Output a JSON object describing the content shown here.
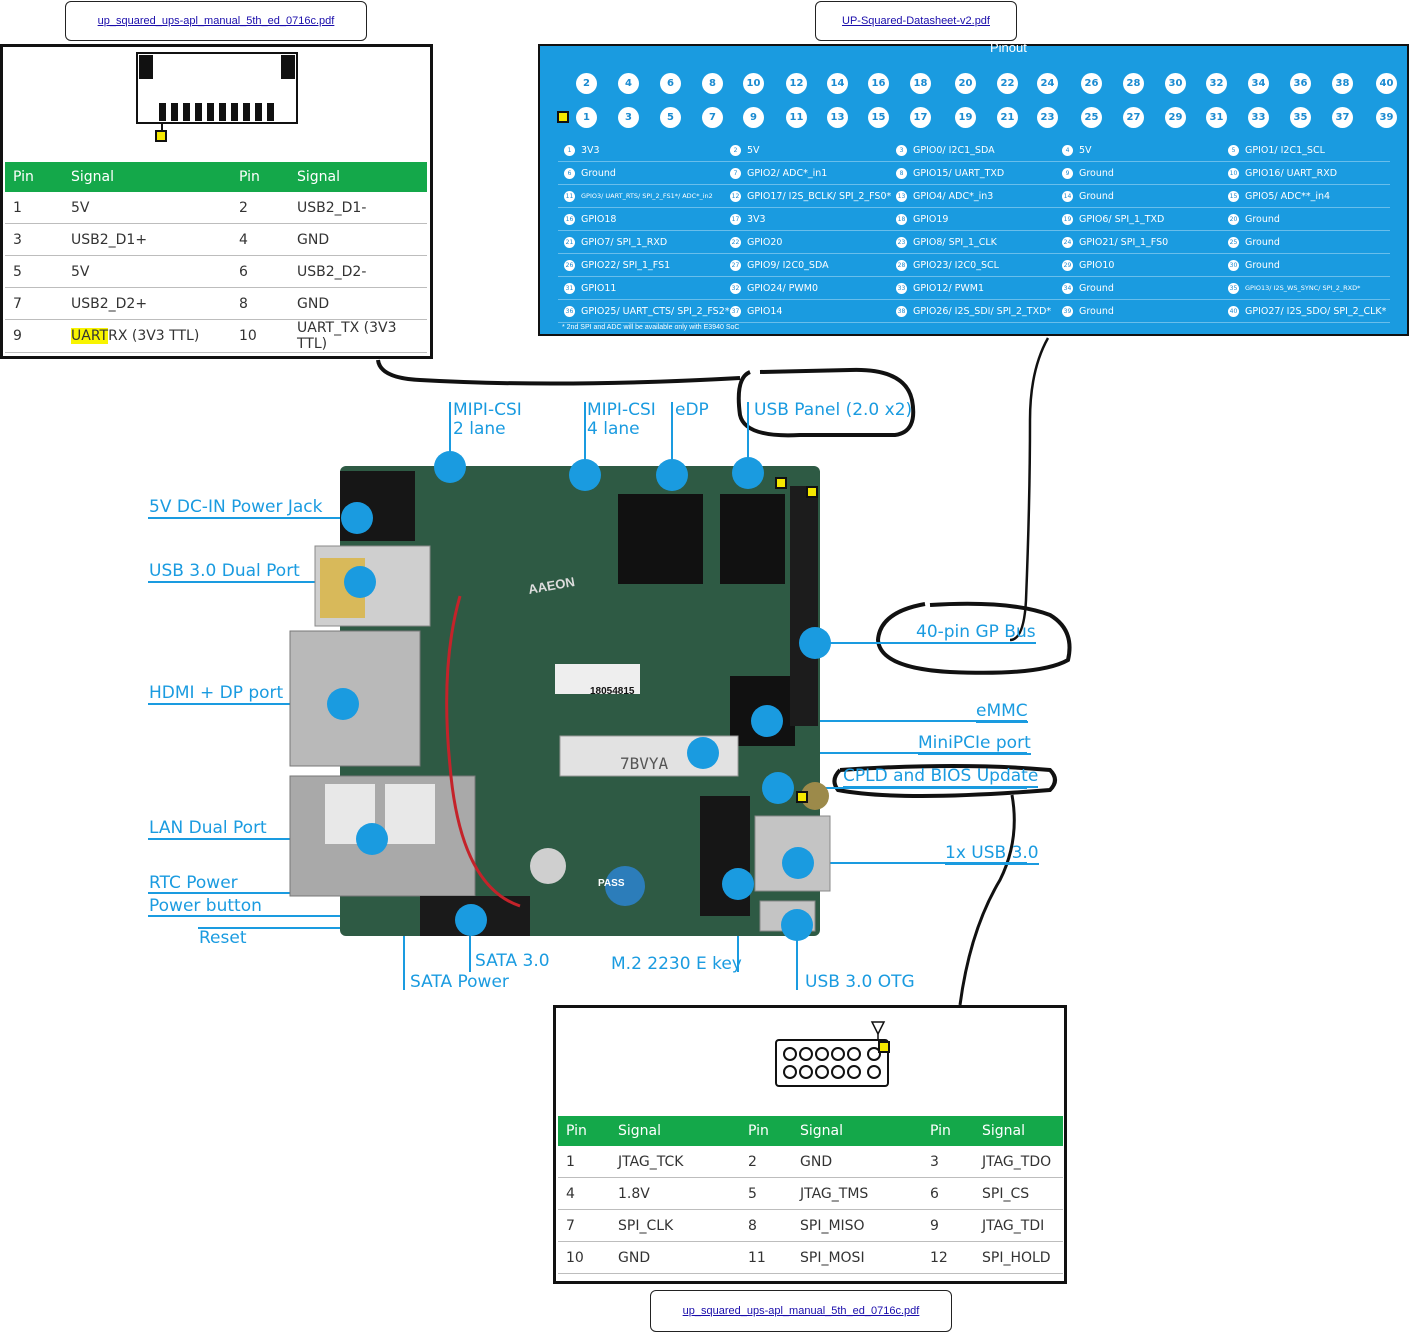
{
  "links": {
    "top_left": "up_squared_ups-apl_manual_5th_ed_0716c.pdf",
    "top_right": "UP-Squared-Datasheet-v2.pdf",
    "bottom": "up_squared_ups-apl_manual_5th_ed_0716c.pdf"
  },
  "usb_table": {
    "headers": [
      "Pin",
      "Signal",
      "Pin",
      "Signal"
    ],
    "rows": [
      [
        "1",
        "5V",
        "2",
        "USB2_D1-"
      ],
      [
        "3",
        "USB2_D1+",
        "4",
        "GND"
      ],
      [
        "5",
        "5V",
        "6",
        "USB2_D2-"
      ],
      [
        "7",
        "USB2_D2+",
        "8",
        "GND"
      ],
      [
        "9",
        "RX (3V3 TTL)",
        "10",
        "UART_TX (3V3 TTL)"
      ]
    ],
    "highlight": "UART"
  },
  "gpio": {
    "title": "Pinout",
    "even_pins": [
      "2",
      "4",
      "6",
      "8",
      "10",
      "12",
      "14",
      "16",
      "18",
      "20",
      "22",
      "24",
      "26",
      "28",
      "30",
      "32",
      "34",
      "36",
      "38",
      "40"
    ],
    "odd_pins": [
      "1",
      "3",
      "5",
      "7",
      "9",
      "11",
      "13",
      "15",
      "17",
      "19",
      "21",
      "23",
      "25",
      "27",
      "29",
      "31",
      "33",
      "35",
      "37",
      "39"
    ],
    "rows": [
      [
        [
          "1",
          "3V3"
        ],
        [
          "2",
          "5V"
        ],
        [
          "3",
          "GPIO0/ I2C1_SDA"
        ],
        [
          "4",
          "5V"
        ],
        [
          "5",
          "GPIO1/ I2C1_SCL"
        ]
      ],
      [
        [
          "6",
          "Ground"
        ],
        [
          "7",
          "GPIO2/ ADC*_in1"
        ],
        [
          "8",
          "GPIO15/ UART_TXD"
        ],
        [
          "9",
          "Ground"
        ],
        [
          "10",
          "GPIO16/ UART_RXD"
        ]
      ],
      [
        [
          "11",
          "GPIO3/ UART_RTS/ SPI_2_FS1*/ ADC*_in2"
        ],
        [
          "12",
          "GPIO17/ I2S_BCLK/ SPI_2_FS0*"
        ],
        [
          "13",
          "GPIO4/ ADC*_in3"
        ],
        [
          "14",
          "Ground"
        ],
        [
          "15",
          "GPIO5/ ADC**_in4"
        ]
      ],
      [
        [
          "16",
          "GPIO18"
        ],
        [
          "17",
          "3V3"
        ],
        [
          "18",
          "GPIO19"
        ],
        [
          "19",
          "GPIO6/ SPI_1_TXD"
        ],
        [
          "20",
          "Ground"
        ]
      ],
      [
        [
          "21",
          "GPIO7/ SPI_1_RXD"
        ],
        [
          "22",
          "GPIO20"
        ],
        [
          "23",
          "GPIO8/ SPI_1_CLK"
        ],
        [
          "24",
          "GPIO21/ SPI_1_FS0"
        ],
        [
          "25",
          "Ground"
        ]
      ],
      [
        [
          "26",
          "GPIO22/ SPI_1_FS1"
        ],
        [
          "27",
          "GPIO9/ I2C0_SDA"
        ],
        [
          "28",
          "GPIO23/ I2C0_SCL"
        ],
        [
          "29",
          "GPIO10"
        ],
        [
          "30",
          "Ground"
        ]
      ],
      [
        [
          "31",
          "GPIO11"
        ],
        [
          "32",
          "GPIO24/ PWM0"
        ],
        [
          "33",
          "GPIO12/ PWM1"
        ],
        [
          "34",
          "Ground"
        ],
        [
          "35",
          "GPIO13/ I2S_WS_SYNC/ SPI_2_RXD*"
        ]
      ],
      [
        [
          "36",
          "GPIO25/ UART_CTS/ SPI_2_FS2*"
        ],
        [
          "37",
          "GPIO14"
        ],
        [
          "38",
          "GPIO26/ I2S_SDI/ SPI_2_TXD*"
        ],
        [
          "39",
          "Ground"
        ],
        [
          "40",
          "GPIO27/ I2S_SDO/ SPI_2_CLK*"
        ]
      ]
    ],
    "footnote": "* 2nd SPI and ADC will be available only with E3940 SoC"
  },
  "board_labels": {
    "mipi2": "MIPI-CSI",
    "mipi2_sub": "2 lane",
    "mipi4": "MIPI-CSI",
    "mipi4_sub": "4 lane",
    "edp": "eDP",
    "usb_panel": "USB Panel (2.0 x2)",
    "dc_in": "5V DC-IN Power Jack",
    "usb30_dual": "USB 3.0 Dual Port",
    "hdmi": "HDMI + DP port",
    "lan": "LAN Dual Port",
    "rtc": "RTC Power",
    "power_btn": "Power button",
    "reset": "Reset",
    "gp_bus": "40-pin GP Bus",
    "emmc": "eMMC",
    "minipcie": "MiniPCIe port",
    "cpld": "CPLD and BIOS Update",
    "usb30_1x": "1x USB 3.0",
    "sata": "SATA 3.0",
    "sata_power": "SATA Power",
    "m2": "M.2 2230 E key",
    "otg": "USB 3.0 OTG",
    "board_brand": "AAEON",
    "board_code": "7BVYA",
    "board_serial": "18054815",
    "board_pass": "PASS"
  },
  "jtag_table": {
    "headers": [
      "Pin",
      "Signal",
      "Pin",
      "Signal",
      "Pin",
      "Signal"
    ],
    "rows": [
      [
        "1",
        "JTAG_TCK",
        "2",
        "GND",
        "3",
        "JTAG_TDO"
      ],
      [
        "4",
        "1.8V",
        "5",
        "JTAG_TMS",
        "6",
        "SPI_CS"
      ],
      [
        "7",
        "SPI_CLK",
        "8",
        "SPI_MISO",
        "9",
        "JTAG_TDI"
      ],
      [
        "10",
        "GND",
        "11",
        "SPI_MOSI",
        "12",
        "SPI_HOLD"
      ]
    ]
  },
  "colors": {
    "accent": "#1a9be0",
    "table_header": "#14a84a",
    "highlight": "#f8f400",
    "board": "#2e5a44"
  }
}
